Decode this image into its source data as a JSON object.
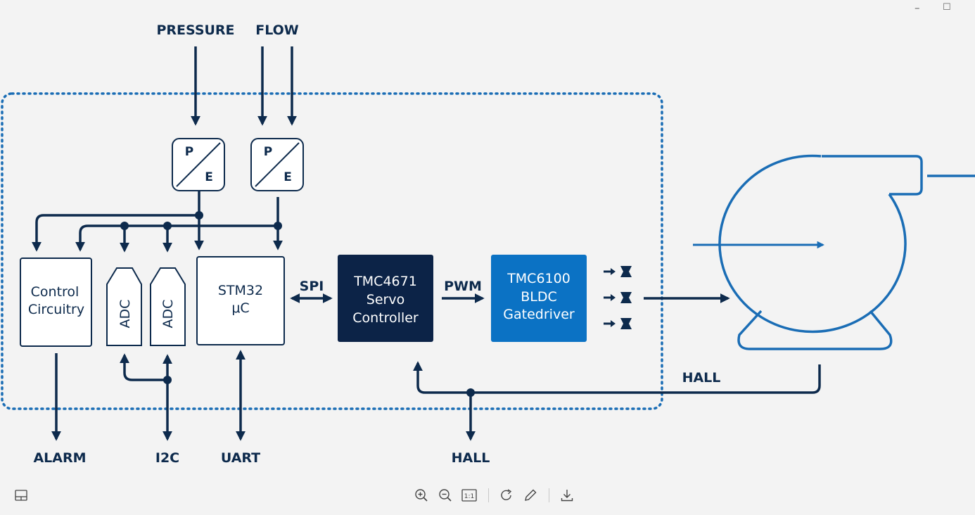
{
  "window": {
    "minimize_glyph": "–",
    "maximize_glyph": "☐"
  },
  "diagram": {
    "inputs": {
      "pressure": "PRESSURE",
      "flow": "FLOW"
    },
    "transducers": [
      {
        "top": "P",
        "bottom": "E"
      },
      {
        "top": "P",
        "bottom": "E"
      }
    ],
    "control_circuitry": [
      "Control",
      "Circuitry"
    ],
    "adc_labels": [
      "ADC",
      "ADC"
    ],
    "mcu": [
      "STM32",
      "μC"
    ],
    "servo": [
      "TMC4671",
      "Servo",
      "Controller"
    ],
    "gatedriver": [
      "TMC6100",
      "BLDC",
      "Gatedriver"
    ],
    "links": {
      "spi": "SPI",
      "pwm": "PWM",
      "hall_feedback": "HALL"
    },
    "outputs": {
      "alarm": "ALARM",
      "i2c": "I2C",
      "uart": "UART",
      "hall": "HALL"
    }
  },
  "colors": {
    "navy": "#0d2a4c",
    "dark_block": "#0c2347",
    "blue_block": "#0b72c4",
    "motor_blue": "#1a6db5",
    "dotted_border": "#1a6db5"
  },
  "toolbar": {
    "left_icon": "panel-icon",
    "icons": [
      "zoom-in-icon",
      "zoom-out-icon",
      "actual-size-icon",
      "rotate-icon",
      "edit-icon",
      "download-icon"
    ],
    "actual_size_label": "1:1"
  }
}
